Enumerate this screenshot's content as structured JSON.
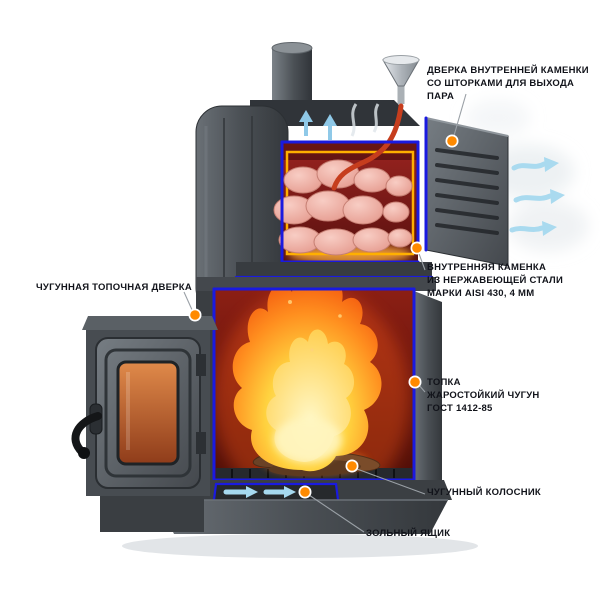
{
  "colors": {
    "marker": "#ff8a00",
    "cut-blue": "#1a1ae0",
    "frame-yellow": "#ffb000",
    "steam-blue": "#a6d9ef",
    "label-text": "#11131a",
    "leader-line": "#9aa0a6"
  },
  "labels": {
    "steam_door": "ДВЕРКА ВНУТРЕННЕЙ КАМЕНКИ\nСО ШТОРКАМИ ДЛЯ ВЫХОДА ПАРА",
    "furnace_door": "ЧУГУННАЯ ТОПОЧНАЯ ДВЕРКА",
    "inner_kamenka": "ВНУТРЕННЯЯ КАМЕНКА\nИЗ НЕРЖАВЕЮЩЕЙ СТАЛИ\nМАРКИ AISI 430,  4 ММ",
    "firebox": "ТОПКА\nЖАРОСТОЙКИЙ ЧУГУН\nГОСТ 1412-85",
    "grate": "ЧУГУННЫЙ КОЛОСНИК",
    "ash_box": "ЗОЛЬНЫЙ ЯЩИК"
  }
}
